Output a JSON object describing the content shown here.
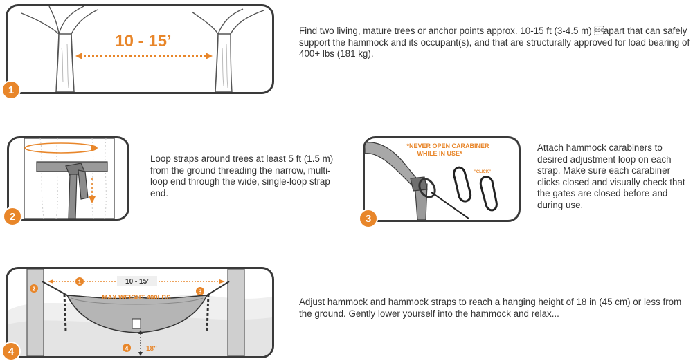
{
  "colors": {
    "accent": "#e8862a",
    "outline": "#3a3a3a",
    "strap": "#8c8c8c",
    "hammock": "#b5b5b5"
  },
  "steps": [
    {
      "number": "1",
      "description": "Find two living, mature trees or anchor points approx. 10-15 ft (3-4.5 m) \u001bapart that can safely support the hammock and its occupant(s), and that are structurally approved for load bearing of 400+ lbs (181 kg).",
      "illustration": {
        "distance_label": "10 - 15’"
      }
    },
    {
      "number": "2",
      "description": "Loop straps around trees at least 5 ft (1.5 m) from the ground threading the narrow, multi-loop end through the wide, single-loop strap end."
    },
    {
      "number": "3",
      "description": "Attach hammock carabiners to desired adjustment loop on each strap. Make sure each carabiner clicks closed and visually check that the gates are closed before and during use.",
      "illustration": {
        "warning_line1": "*NEVER OPEN CARABINER",
        "warning_line2": "WHILE IN USE*",
        "click_label": "\"CLICK\""
      }
    },
    {
      "number": "4",
      "description": "Adjust hammock and hammock straps to reach a hanging height of 18 in (45 cm) or less from the ground. Gently lower yourself into the hammock and relax...",
      "illustration": {
        "distance_label": "10 - 15’",
        "max_weight": "MAX WEIGHT 400LBS",
        "height_label": "18\"",
        "markers": [
          "1",
          "2",
          "3",
          "4"
        ]
      }
    }
  ]
}
